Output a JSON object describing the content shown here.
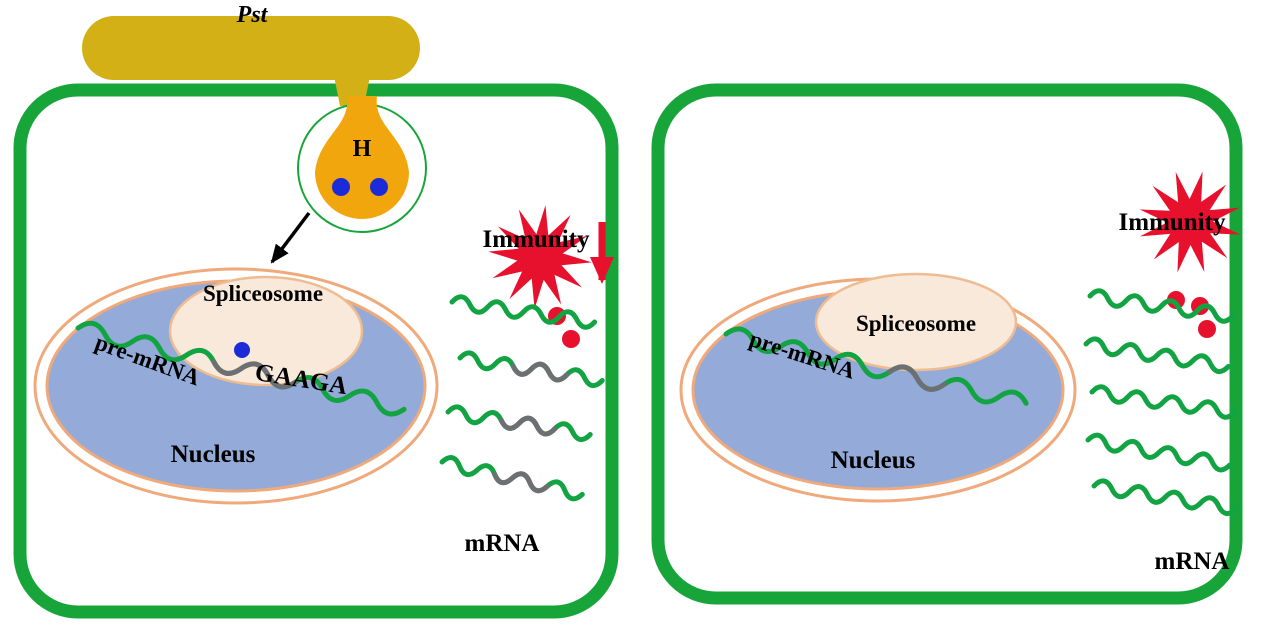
{
  "palette": {
    "cell_membrane_green": "#17a53a",
    "bacterium_yellow": "#d2b016",
    "effector_droplet_orange": "#f2a60d",
    "nucleus_fill_blue": "#94abd9",
    "nuclear_envelope_peach": "#efa97b",
    "spliceosome_fill_peach": "#f9e9da",
    "rna_green": "#12a342",
    "intron_grey": "#6e6f72",
    "immunity_red": "#e8112d",
    "effector_dot_blue": "#1c2bd8",
    "text_black": "#000000"
  },
  "left_cell": {
    "pathogen_label": "Pst",
    "effector_label": "H",
    "spliceosome_label": "Spliceosome",
    "pre_mrna_label": "pre-mRNA",
    "motif_label": "GAAGA",
    "nucleus_label": "Nucleus",
    "immunity_label": "Immunity",
    "mrna_label": "mRNA"
  },
  "right_cell": {
    "spliceosome_label": "Spliceosome",
    "pre_mrna_label": "pre-mRNA",
    "nucleus_label": "Nucleus",
    "immunity_label": "Immunity",
    "mrna_label": "mRNA"
  }
}
